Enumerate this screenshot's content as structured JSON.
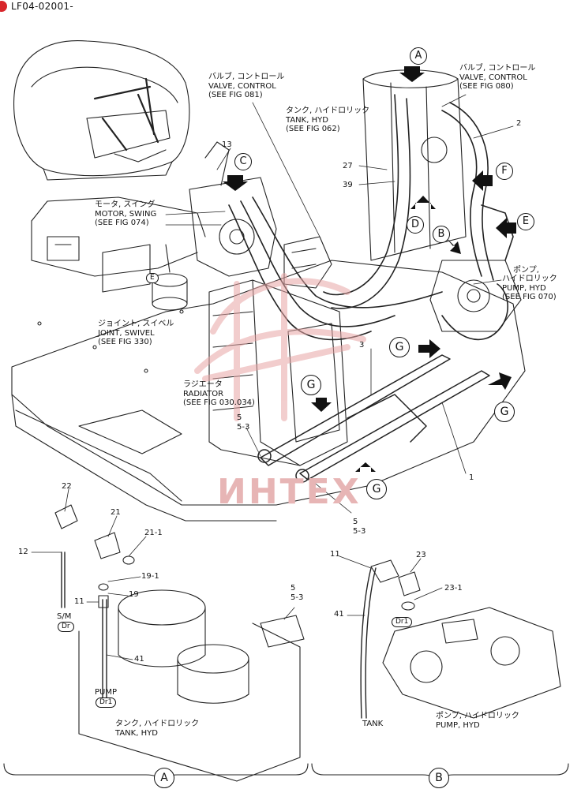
{
  "doc_code": "LF04-02001-",
  "callouts": {
    "a_top": "A",
    "c": "C",
    "f": "F",
    "e": "E",
    "d": "D",
    "b_mid": "B",
    "g1": "G",
    "g2": "G",
    "g3": "G",
    "g4": "G",
    "a_bottom": "A",
    "b_bottom": "B"
  },
  "labels": {
    "valve_081_jp": "バルブ, コントロール",
    "valve_081_en": "VALVE, CONTROL",
    "valve_081_ref": "(SEE FIG 081)",
    "valve_080_jp": "バルブ, コントロール",
    "valve_080_en": "VALVE, CONTROL",
    "valve_080_ref": "(SEE FIG 080)",
    "tank_jp": "タンク, ハイドロリック",
    "tank_en": "TANK, HYD",
    "tank_ref": "(SEE FIG 062)",
    "motor_jp": "モータ, スイング",
    "motor_en": "MOTOR, SWING",
    "motor_ref": "(SEE FIG 074)",
    "pump_jp": "ポンプ,",
    "pump_jp2": "ハイドロリック",
    "pump_en": "PUMP, HYD",
    "pump_ref": "(SEE FIG 070)",
    "joint_jp": "ジョイント, スイベル",
    "joint_en": "JOINT, SWIVEL",
    "joint_ref": "(SEE FIG 330)",
    "radiator_jp": "ラジエータ",
    "radiator_en": "RADIATOR",
    "radiator_ref": "(SEE FIG 030.034)",
    "tank_b_jp": "タンク, ハイドロリック",
    "tank_b_en": "TANK, HYD",
    "pump_b_jp": "ポンプ, ハイドロリック",
    "pump_b_en": "PUMP, HYD",
    "sm": "S/M",
    "pump_small": "PUMP",
    "tank_small": "TANK"
  },
  "tags": {
    "dr_sm": "Dr",
    "dr1_pump": "Dr1",
    "dr1_b": "Dr1",
    "e_joint": "E"
  },
  "part_numbers": {
    "p2": "2",
    "p13": "13",
    "p27": "27",
    "p39": "39",
    "p3": "3",
    "p1": "1",
    "p5_a": "5",
    "p5_3_a": "5-3",
    "p5_b": "5",
    "p5_3_b": "5-3",
    "p22": "22",
    "p12": "12",
    "p21": "21",
    "p21_1": "21-1",
    "p19_1": "19-1",
    "p19": "19",
    "p11_a": "11",
    "p41_a": "41",
    "p5_c": "5",
    "p5_3_c": "5-3",
    "p11_b": "11",
    "p23": "23",
    "p23_1": "23-1",
    "p41_b": "41"
  },
  "watermark": "ИНТЕХ"
}
